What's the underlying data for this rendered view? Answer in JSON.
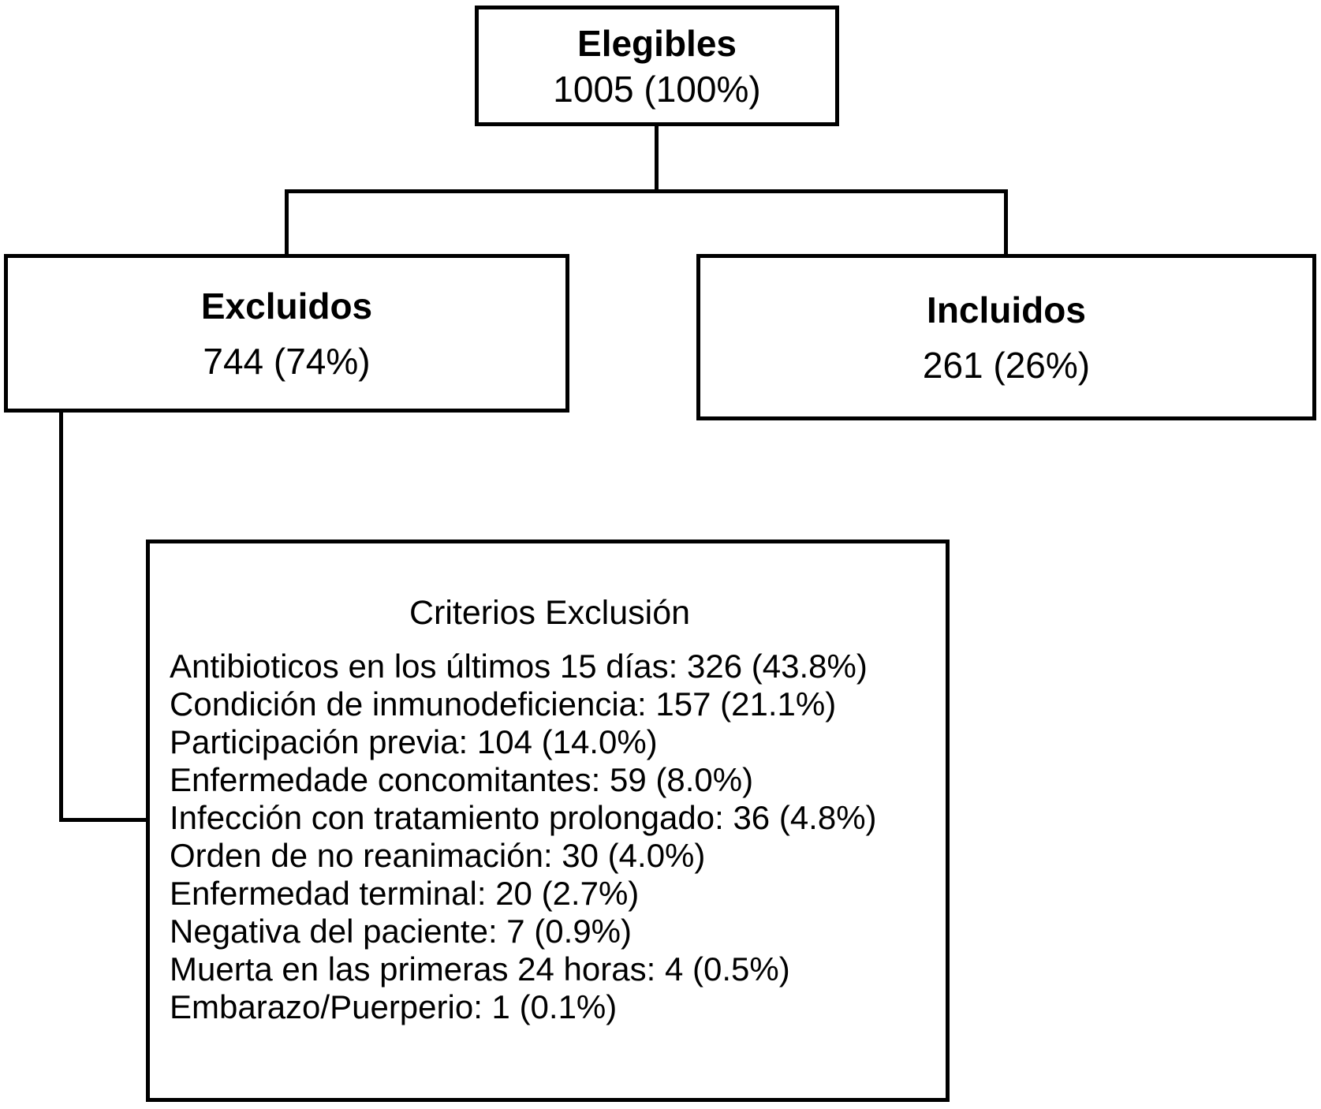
{
  "colors": {
    "line": "#000000",
    "background": "#ffffff",
    "text": "#000000"
  },
  "nodes": {
    "elegibles": {
      "label": "Elegibles",
      "value": "1005 (100%)"
    },
    "excluidos": {
      "label": "Excluidos",
      "value": "744 (74%)"
    },
    "incluidos": {
      "label": "Incluidos",
      "value": "261 (26%)"
    },
    "criterios": {
      "title": "Criterios Exclusión",
      "items": [
        "Antibioticos en los últimos 15 días: 326 (43.8%)",
        "Condición de inmunodeficiencia: 157 (21.1%)",
        "Participación previa: 104 (14.0%)",
        "Enfermedade concomitantes: 59 (8.0%)",
        "Infección con tratamiento prolongado: 36 (4.8%)",
        "Orden de no reanimación: 30 (4.0%)",
        "Enfermedad terminal: 20 (2.7%)",
        "Negativa del paciente: 7 (0.9%)",
        "Muerta en las primeras 24 horas: 4 (0.5%)",
        "Embarazo/Puerperio: 1 (0.1%)"
      ]
    }
  }
}
